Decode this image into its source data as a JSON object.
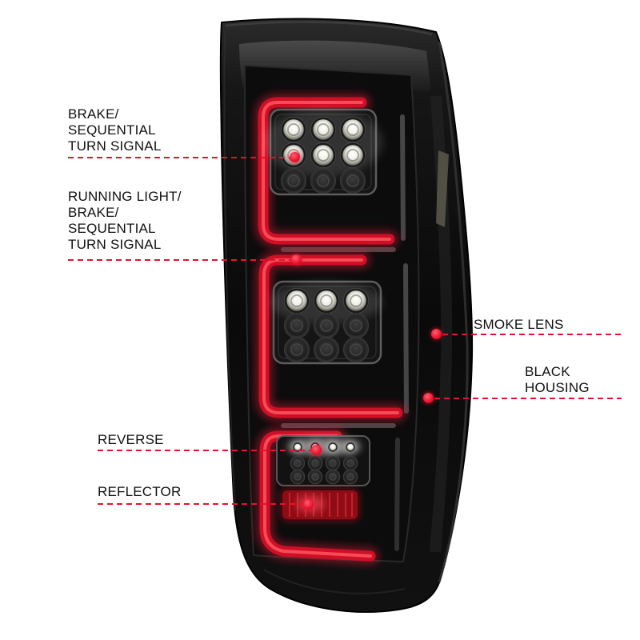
{
  "figure": {
    "type": "annotated-product-diagram",
    "subject": "tail light assembly"
  },
  "callouts": [
    {
      "id": "brake-sequential-turn-signal",
      "label": "BRAKE/\nSEQUENTIAL\nTURN SIGNAL",
      "side": "left"
    },
    {
      "id": "running-light-brake-sequential-turn-signal",
      "label": "RUNNING LIGHT/\nBRAKE/\nSEQUENTIAL\nTURN SIGNAL",
      "side": "left"
    },
    {
      "id": "smoke-lens",
      "label": "SMOKE LENS",
      "side": "right"
    },
    {
      "id": "black-housing",
      "label": "BLACK\nHOUSING",
      "side": "right"
    },
    {
      "id": "reverse",
      "label": "REVERSE",
      "side": "left"
    },
    {
      "id": "reflector",
      "label": "REFLECTOR",
      "side": "left"
    }
  ],
  "colors": {
    "background": "#ffffff",
    "callout_red": "#e8112d",
    "label_text": "#111111",
    "housing_black": "#0b0b0b",
    "light_bar_red": "#cf0f26",
    "led_white": "#ffffff",
    "reflector_red": "#8e0c16"
  }
}
